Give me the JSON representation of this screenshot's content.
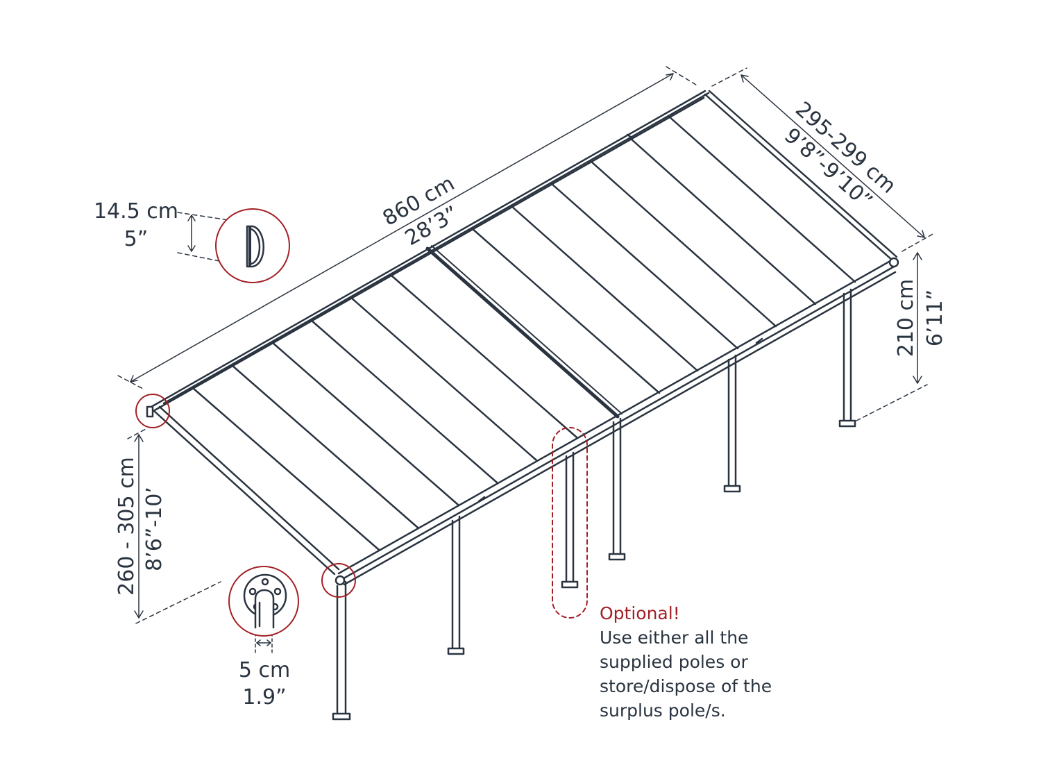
{
  "colors": {
    "frame": "#2a3440",
    "highlight": "#a31f25",
    "background": "#ffffff"
  },
  "dimensions": {
    "length_cm": "860 cm",
    "length_ft": "28’3”",
    "depth_cm": "295-299 cm",
    "depth_ft": "9’8”-9’10”",
    "back_height_cm": "210 cm",
    "back_height_ft": "6’11”",
    "front_height_cm": "260 - 305 cm",
    "front_height_ft": "8’6”-10’",
    "gutter_cm": "14.5 cm",
    "gutter_in": "5”",
    "post_cm": "5 cm",
    "post_in": "1.9”"
  },
  "note": {
    "title": "Optional!",
    "lines": [
      "Use either all the",
      "supplied poles or",
      "store/dispose of the",
      "surplus pole/s."
    ]
  }
}
